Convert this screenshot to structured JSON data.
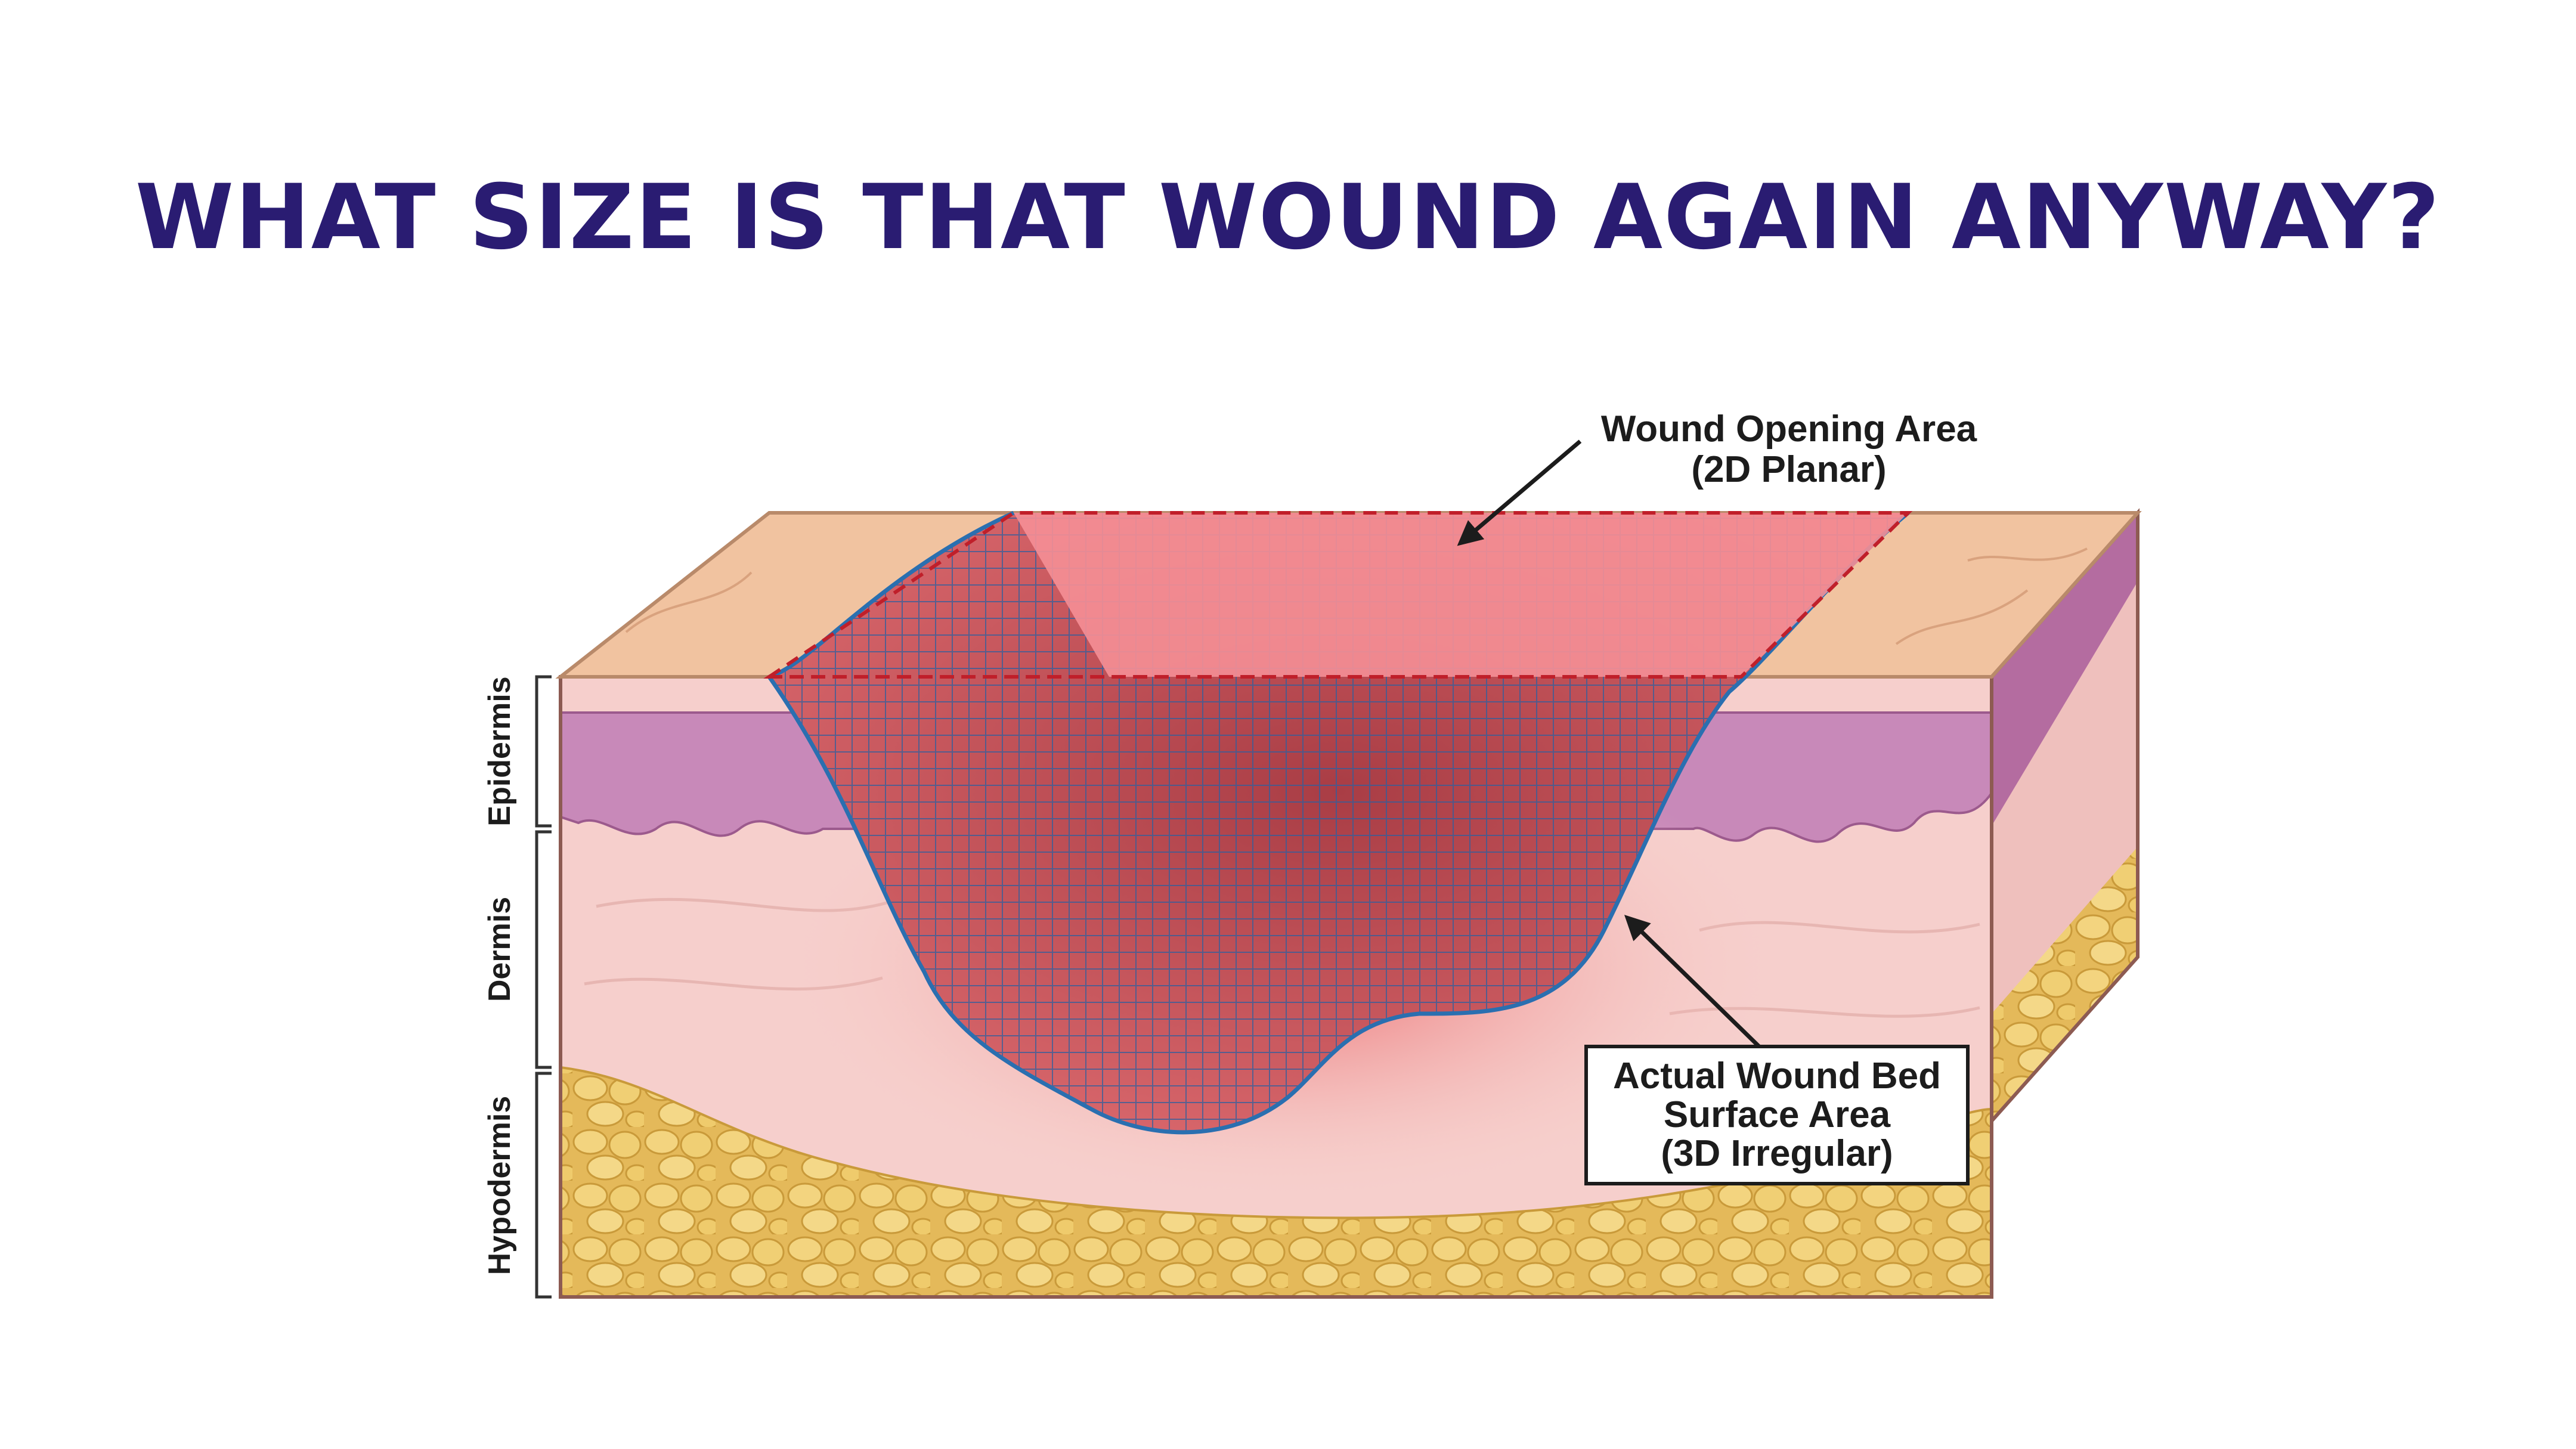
{
  "slide": {
    "title": "WHAT SIZE IS THAT WOUND AGAIN ANYWAY?"
  },
  "diagram": {
    "layers": {
      "epidermis": "Epidermis",
      "dermis": "Dermis",
      "hypodermis": "Hypodermis"
    },
    "callouts": {
      "opening": {
        "line1": "Wound Opening Area",
        "line2": "(2D Planar)"
      },
      "bed": {
        "line1": "Actual Wound Bed",
        "line2": "Surface Area",
        "line3": "(3D Irregular)"
      }
    },
    "colors": {
      "title": "#2a1c72",
      "skin_surface": "#f1c3a0",
      "epidermis": "#c889b9",
      "dermis": "#f6cfcc",
      "hypodermis_fat": "#eccb6c",
      "planar_area": "#f58f96",
      "planar_outline": "#c01f2a",
      "mesh_outline": "#2a6fb0",
      "mesh_fill": "#b2484f"
    }
  }
}
